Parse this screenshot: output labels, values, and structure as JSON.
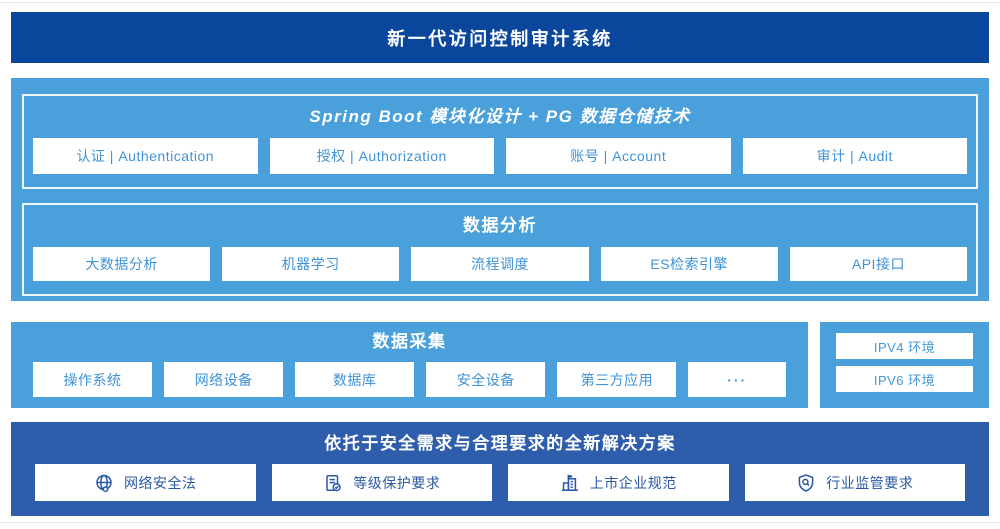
{
  "banner": {
    "title": "新一代访问控制审计系统"
  },
  "platform": {
    "modules": {
      "title": "Spring Boot 模块化设计 + PG 数据仓储技术",
      "items": [
        "认证 | Authentication",
        "授权 | Authorization",
        "账号 | Account",
        "审计 | Audit"
      ]
    },
    "analysis": {
      "title": "数据分析",
      "items": [
        "大数据分析",
        "机器学习",
        "流程调度",
        "ES检索引擎",
        "API接口"
      ]
    }
  },
  "collection": {
    "title": "数据采集",
    "items": [
      "操作系统",
      "网络设备",
      "数据库",
      "安全设备",
      "第三方应用",
      "···"
    ]
  },
  "environments": {
    "items": [
      "IPV4 环境",
      "IPV6 环境"
    ]
  },
  "solution": {
    "title": "依托于安全需求与合理要求的全新解决方案",
    "items": [
      {
        "icon": "globe-icon",
        "label": "网络安全法"
      },
      {
        "icon": "document-check-icon",
        "label": "等级保护要求"
      },
      {
        "icon": "building-icon",
        "label": "上市企业规范"
      },
      {
        "icon": "shield-search-icon",
        "label": "行业监管要求"
      }
    ]
  },
  "colors": {
    "banner_navy": "#0a479c",
    "light_blue": "#4aa0db",
    "solution_navy": "#2e5dab",
    "cell_text_blue": "#3f93d8",
    "solution_text_blue": "#2a58a6"
  }
}
